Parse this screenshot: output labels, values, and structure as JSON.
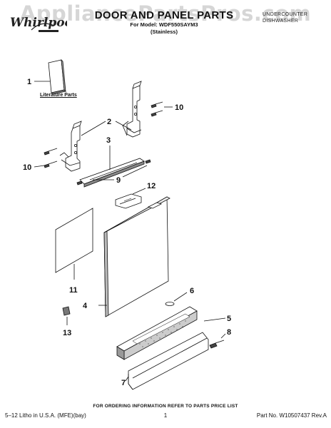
{
  "header": {
    "watermark": "AppliancePartsPros.com",
    "brand": "Whirlpool",
    "title": "DOOR AND PANEL PARTS",
    "model_line": "For Model: WDF550SAYM3",
    "finish": "(Stainless)",
    "category_line1": "UNDERCOUNTER",
    "category_line2": "DISHWASHER"
  },
  "labels": {
    "literature_parts": "Literature Parts"
  },
  "callouts": [
    "1",
    "2",
    "3",
    "4",
    "5",
    "6",
    "7",
    "8",
    "9",
    "10",
    "10",
    "11",
    "12",
    "13"
  ],
  "footer": {
    "note": "FOR ORDERING INFORMATION REFER TO PARTS PRICE LIST",
    "litho": "5–12 Litho in U.S.A. (MFE)(bay)",
    "page": "1",
    "part_no": "Part No. W10507437 Rev.A"
  }
}
